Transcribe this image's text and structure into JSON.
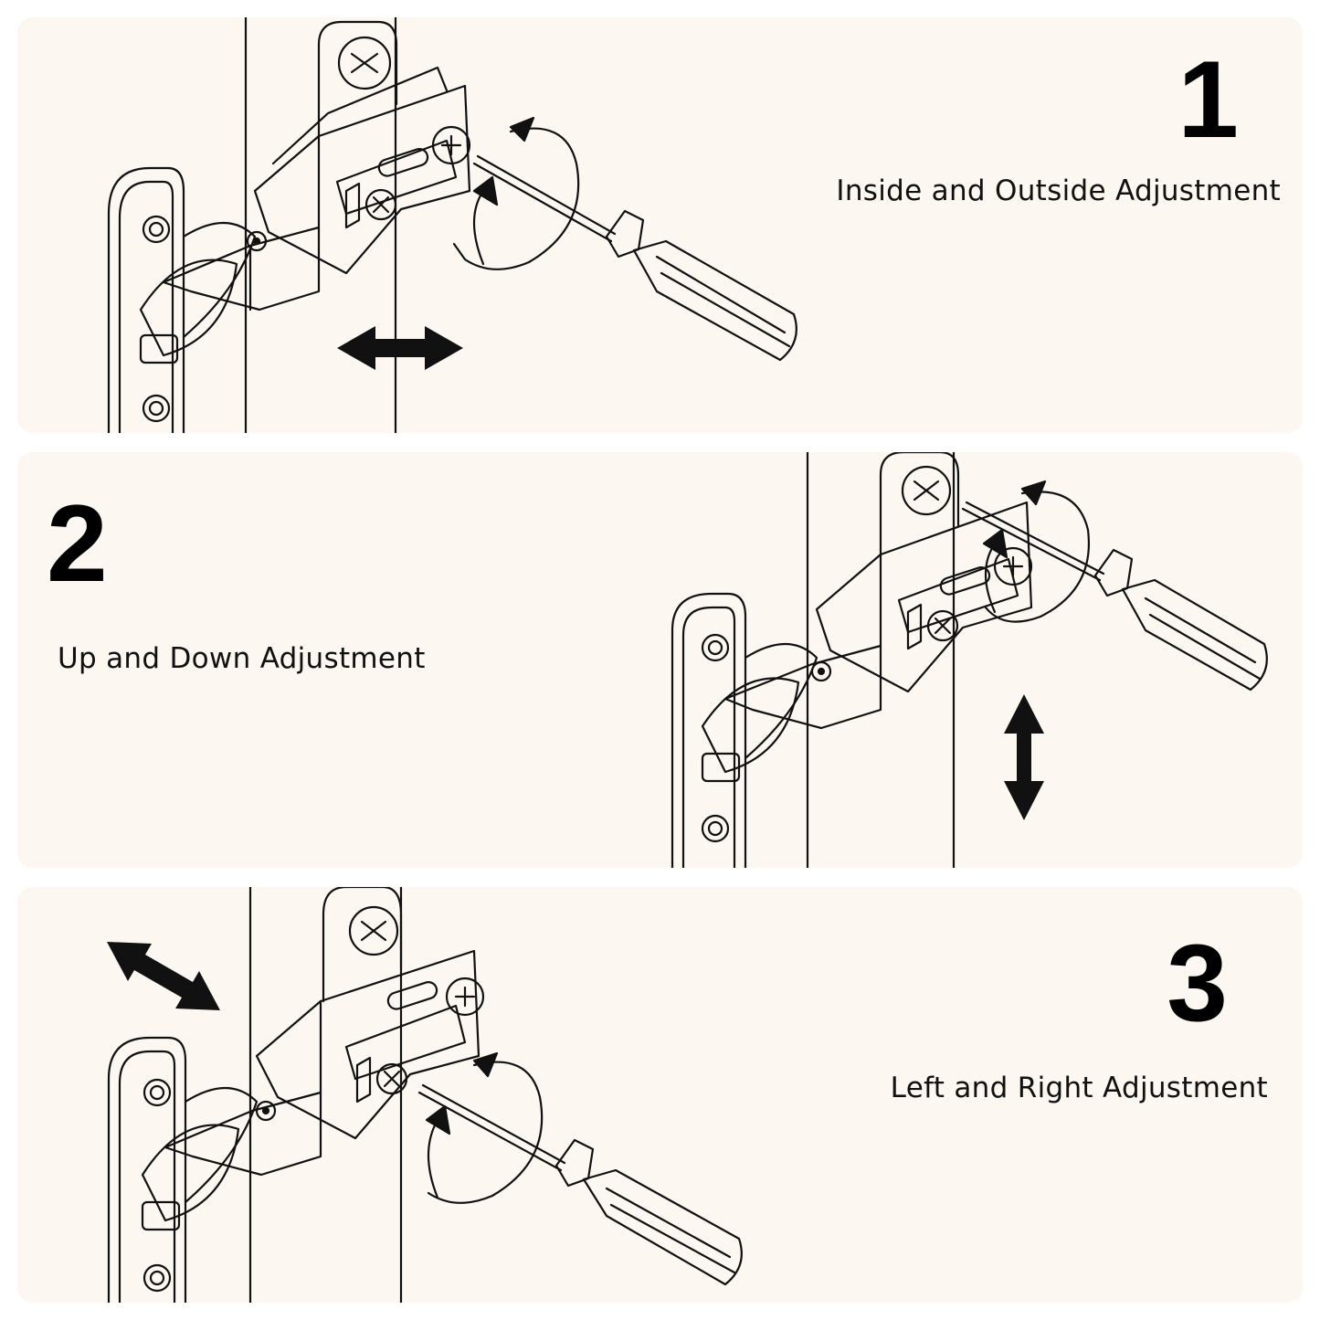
{
  "steps": [
    {
      "number": "1",
      "title": "Inside and Outside Adjustment",
      "direction": "horizontal"
    },
    {
      "number": "2",
      "title": "Up and Down Adjustment",
      "direction": "vertical"
    },
    {
      "number": "3",
      "title": "Left and Right Adjustment",
      "direction": "diagonal"
    }
  ],
  "colors": {
    "panel_bg": "#fcf8f1",
    "ink": "#111111",
    "page_bg": "#ffffff"
  }
}
